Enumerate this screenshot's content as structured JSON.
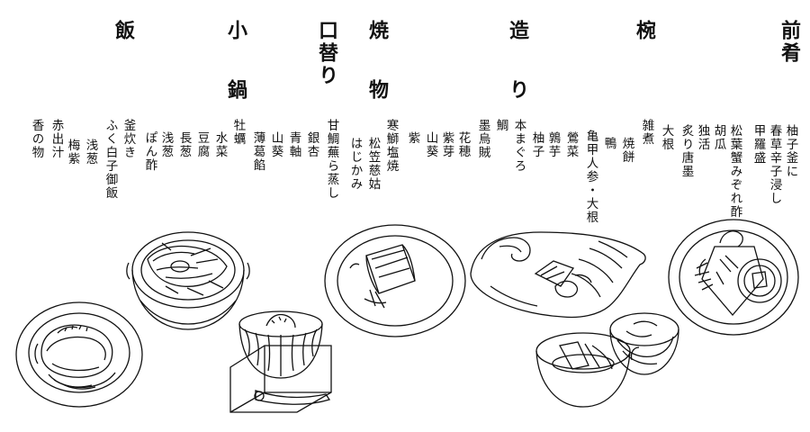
{
  "menu": {
    "zensai": {
      "heading": "前肴",
      "items": [
        "柚子釜に",
        "春草辛子浸し",
        "甲羅盛",
        "松葉蟹みぞれ酢",
        "胡瓜",
        "独活",
        "炙り唐墨",
        "大根"
      ]
    },
    "wan": {
      "heading": "椀",
      "items": [
        "雑煮",
        "焼餅",
        "鴨",
        "亀甲人参・大根"
      ]
    },
    "tsukuri": {
      "heading": "造り",
      "items": [
        "鶯菜",
        "鶉芋",
        "柚子",
        "本まぐろ",
        "鯛",
        "墨烏賊"
      ]
    },
    "yakimono": {
      "heading": "焼物",
      "items": [
        "花穂",
        "紫芽",
        "山葵",
        "紫",
        "寒鰤塩焼",
        "松笠慈姑",
        "はじかみ"
      ]
    },
    "kuchigawari": {
      "heading": "口替り",
      "items": [
        "甘鯛蕪ら蒸し",
        "銀杏",
        "青軸",
        "山葵",
        "薄葛餡"
      ]
    },
    "konabe": {
      "heading": "小鍋",
      "items": [
        "牡蠣",
        "水菜",
        "豆腐",
        "長葱",
        "浅葱",
        "ぽん酢"
      ]
    },
    "meshi": {
      "heading": "飯",
      "items": [
        "釜炊き",
        "ふく白子御飯",
        "浅葱",
        "梅紫",
        "赤出汁",
        "香の物"
      ]
    }
  },
  "illustrations": [
    {
      "name": "rice-plate-icon"
    },
    {
      "name": "clay-pot-icon"
    },
    {
      "name": "steamed-bowl-icon"
    },
    {
      "name": "grilled-fish-plate-icon"
    },
    {
      "name": "crane-sashimi-plate-icon"
    },
    {
      "name": "lidded-soup-bowl-icon"
    },
    {
      "name": "appetizer-platter-icon"
    }
  ],
  "colors": {
    "ink": "#111111",
    "background": "#ffffff"
  }
}
